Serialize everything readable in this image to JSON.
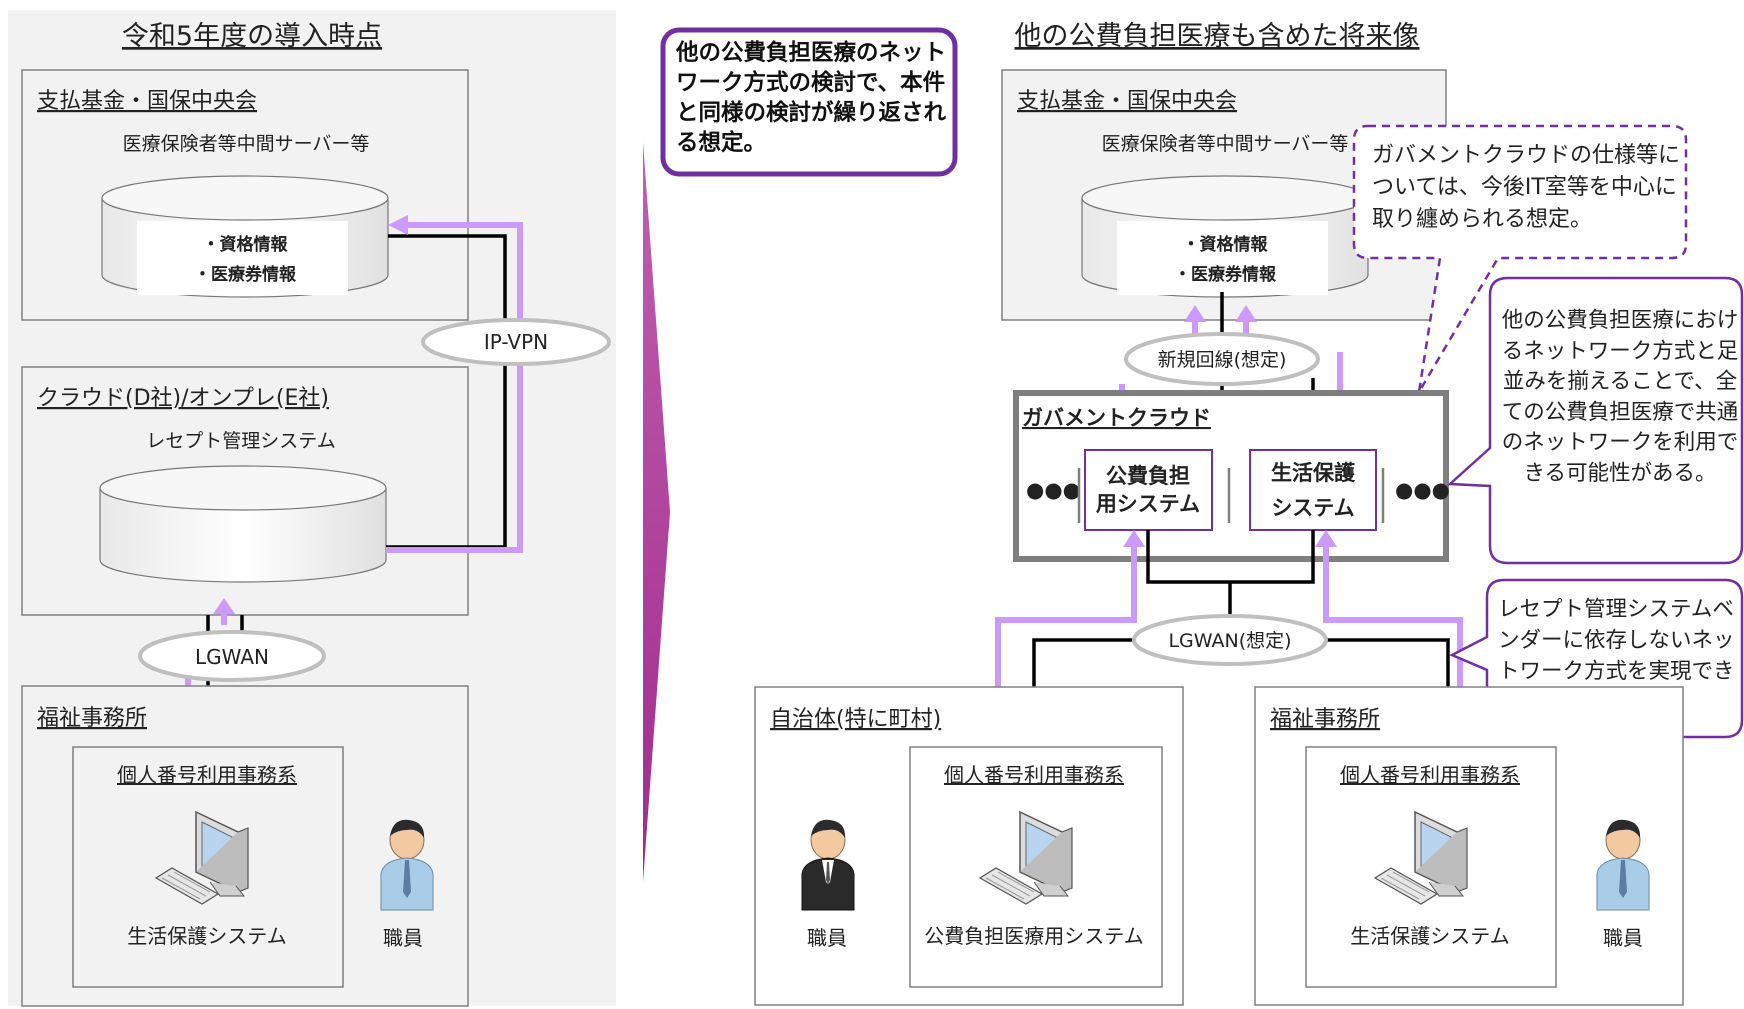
{
  "left": {
    "title": "令和5年度の導入時点",
    "shiharai": {
      "label": "支払基金・国保中央会",
      "server": "医療保険者等中間サーバー等",
      "db_line1": "・資格情報",
      "db_line2": "・医療券情報"
    },
    "cloud": {
      "label": "クラウド(D社)/オンプレ(E社)",
      "system": "レセプト管理システム"
    },
    "ipvpn": "IP-VPN",
    "lgwan": "LGWAN",
    "office": {
      "label": "福祉事務所",
      "inner": "個人番号利用事務系",
      "pc_label": "生活保護システム",
      "staff": "職員"
    }
  },
  "callout_top": "他の公費負担医療のネットワーク方式の検討で、本件と同様の検討が繰り返される想定。",
  "right": {
    "title": "他の公費負担医療も含めた将来像",
    "shiharai": {
      "label": "支払基金・国保中央会",
      "server": "医療保険者等中間サーバー等",
      "db_line1": "・資格情報",
      "db_line2": "・医療券情報"
    },
    "callout_gov": "ガバメントクラウドの仕様等については、今後IT室等を中心に取り纏められる想定。",
    "new_line": "新規回線(想定)",
    "govcloud": {
      "label": "ガバメントクラウド",
      "sys1_l1": "公費負担",
      "sys1_l2": "用システム",
      "sys2_l1": "生活保護",
      "sys2_l2": "システム",
      "dots": "●●●"
    },
    "callout_share": "他の公費負担医療におけるネットワーク方式と足並みを揃えることで、全ての公費負担医療で共通のネットワークを利用できる可能性がある。",
    "callout_vendor": "レセプト管理システムベンダーに依存しないネットワーク方式を実現できる想定。",
    "lgwan": "LGWAN(想定)",
    "muni": {
      "label": "自治体(特に町村)",
      "inner": "個人番号利用事務系",
      "pc_label": "公費負担医療用システム",
      "staff": "職員"
    },
    "office": {
      "label": "福祉事務所",
      "inner": "個人番号利用事務系",
      "pc_label": "生活保護システム",
      "staff": "職員"
    }
  },
  "colors": {
    "accent_purple": "#7030a0",
    "flow_lavender": "#cc99ff",
    "gray_panel": "#f2f2f2"
  }
}
